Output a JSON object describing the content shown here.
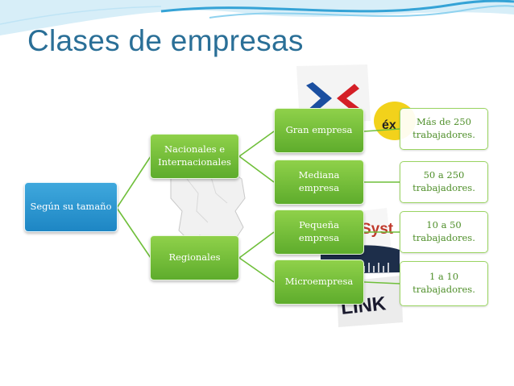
{
  "slide": {
    "title": "Clases de empresas"
  },
  "diagram": {
    "root": {
      "label": "Según su tamaño"
    },
    "level1": [
      {
        "label": "Nacionales e Internacionales"
      },
      {
        "label": "Regionales"
      }
    ],
    "level2": [
      {
        "label": "Gran empresa"
      },
      {
        "label": "Mediana empresa"
      },
      {
        "label": "Pequeña empresa"
      },
      {
        "label": "Microempresa"
      }
    ],
    "level3": [
      {
        "label": "Más de 250 trabajadores."
      },
      {
        "label": "50 a 250 trabajadores."
      },
      {
        "label": "10 a 50 trabajadores."
      },
      {
        "label": "1 a 10 trabajadores."
      }
    ]
  },
  "colors": {
    "title": "#2a6f97",
    "root_fill": "#2d96d2",
    "branch_fill": "#6fbf3a",
    "leaf_text": "#4f8f2a",
    "connector": "#6fbf3a",
    "header_wave": "#35a3d6"
  },
  "background_images": [
    {
      "name": "carrefour-logo-icon"
    },
    {
      "name": "exito-logo-icon"
    },
    {
      "name": "colombia-map-icon"
    },
    {
      "name": "cisco-systems-logo-icon"
    },
    {
      "name": "linksys-logo-icon"
    }
  ]
}
